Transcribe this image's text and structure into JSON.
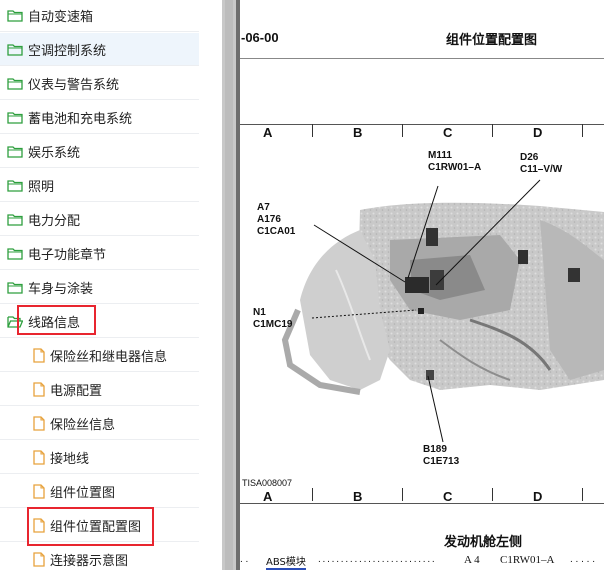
{
  "sidebar": {
    "items": [
      {
        "label": "自动变速箱",
        "level": 0,
        "icon": "folder-icon"
      },
      {
        "label": "空调控制系统",
        "level": 0,
        "icon": "folder-icon",
        "selected": true
      },
      {
        "label": "仪表与警告系统",
        "level": 0,
        "icon": "folder-icon"
      },
      {
        "label": "蓄电池和充电系统",
        "level": 0,
        "icon": "folder-icon"
      },
      {
        "label": "娱乐系统",
        "level": 0,
        "icon": "folder-icon"
      },
      {
        "label": "照明",
        "level": 0,
        "icon": "folder-icon"
      },
      {
        "label": "电力分配",
        "level": 0,
        "icon": "folder-icon"
      },
      {
        "label": "电子功能章节",
        "level": 0,
        "icon": "folder-icon"
      },
      {
        "label": "车身与涂装",
        "level": 0,
        "icon": "folder-icon"
      },
      {
        "label": "线路信息",
        "level": 0,
        "icon": "folder-open-icon"
      },
      {
        "label": "保险丝和继电器信息",
        "level": 1,
        "icon": "document-icon"
      },
      {
        "label": "电源配置",
        "level": 1,
        "icon": "document-icon"
      },
      {
        "label": "保险丝信息",
        "level": 1,
        "icon": "document-icon"
      },
      {
        "label": "接地线",
        "level": 1,
        "icon": "document-icon"
      },
      {
        "label": "组件位置图",
        "level": 1,
        "icon": "document-icon"
      },
      {
        "label": "组件位置配置图",
        "level": 1,
        "icon": "document-icon"
      },
      {
        "label": "连接器示意图",
        "level": 1,
        "icon": "document-icon"
      }
    ],
    "highlight_color": "#e8252f",
    "folder_color": "#2e9f3e",
    "document_color": "#e7a23c"
  },
  "document": {
    "section_code": "-06-00",
    "page_title": "组件位置配置图",
    "columns_top": [
      "A",
      "B",
      "C",
      "D"
    ],
    "columns_bottom": [
      "A",
      "B",
      "C",
      "D"
    ],
    "callouts": {
      "m111": "M111\nC1RW01–A",
      "d26": "D26\nC11–V/W",
      "a7": "A7\nA176\nC1CA01",
      "n1": "N1\nC1MC19",
      "b189": "B189\nC1E713"
    },
    "figure_id": "TISA008007",
    "figure_caption": "发动机舱左侧",
    "index_entry": {
      "lead": ". .",
      "name": "ABS模块",
      "dots": ". . . . . . . . . . . . . . . . . . . . . . . . . .",
      "location": "A 4",
      "connector": "C1RW01–A",
      "trail": ". . . . ."
    }
  }
}
